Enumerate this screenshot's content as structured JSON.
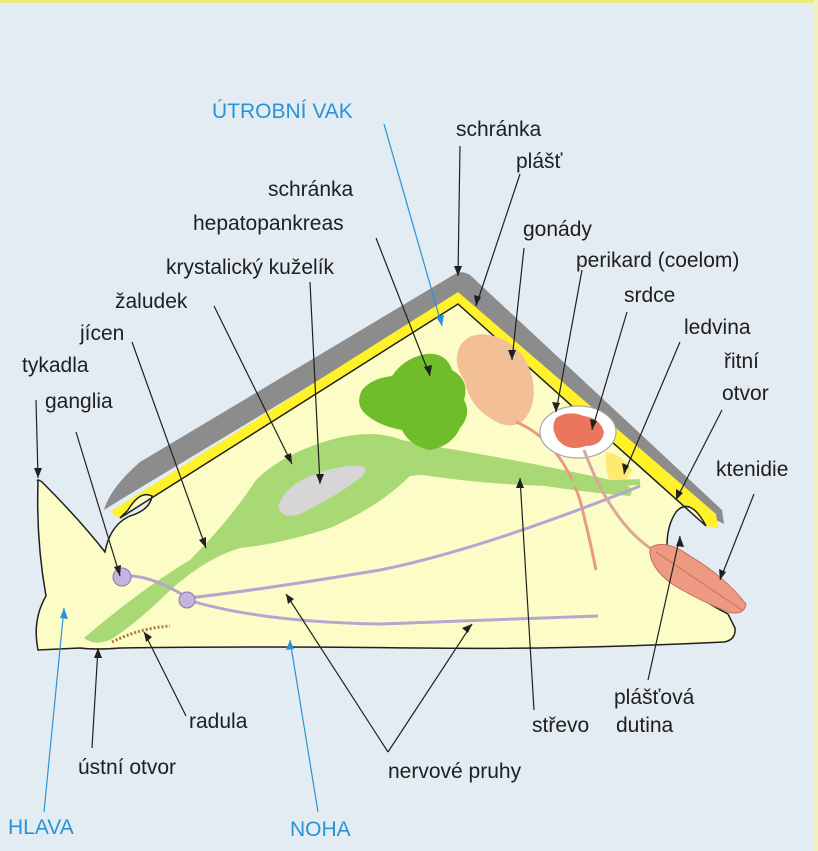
{
  "colors": {
    "background": "#e3ecf2",
    "top_rule": "#ecec7c",
    "body": "#fcfcc7",
    "shell": "#8c8c8c",
    "mantle": "#fff22a",
    "gut": "#a9d975",
    "hepatopancreas": "#6fbd2b",
    "crystalline_style": "#d6d6d6",
    "gonads": "#f2bf96",
    "heart": "#e9765d",
    "ctenidium": "#ee9a82",
    "nerves": "#b5a6cf",
    "ganglia": "#c6b2de",
    "blue_labels": "#2a93d8",
    "label_text": "#202020"
  },
  "labels": {
    "utrobni_vak": "ÚTROBNÍ VAK",
    "schranka_top": "schránka",
    "plast": "plášť",
    "schranka_mid": "schránka",
    "hepatopankreas": "hepatopankreas",
    "gonady": "gonády",
    "perikard": "perikard (coelom)",
    "krystalicky_kuzelik": "krystalický kuželík",
    "srdce": "srdce",
    "zaludek": "žaludek",
    "ledvina": "ledvina",
    "jicen": "jícen",
    "ritni": "řitní",
    "otvor_ritni": "otvor",
    "tykadla": "tykadla",
    "ganglia": "ganglia",
    "ktenidie": "ktenidie",
    "plastova": "plášťová",
    "dutina": "dutina",
    "radula": "radula",
    "strevo": "střevo",
    "ustni_otvor": "ústní otvor",
    "nervove_pruhy": "nervové pruhy",
    "hlava": "HLAVA",
    "noha": "NOHA"
  }
}
